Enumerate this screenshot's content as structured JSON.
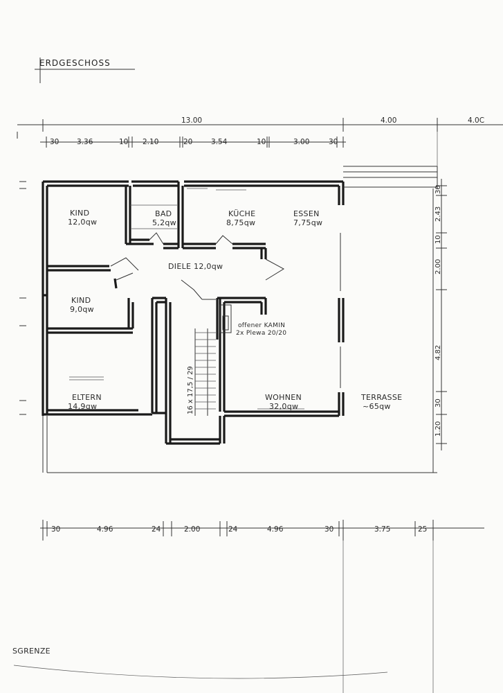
{
  "title": "ERDGESCHOSS",
  "footer_label": "SGRENZE",
  "dims_top_total": [
    "13.00",
    "4.00",
    "4.0C"
  ],
  "dims_top": [
    "30",
    "3.36",
    "10",
    "2.10",
    "20",
    "3.54",
    "10",
    "3.00",
    "30"
  ],
  "dims_bottom": [
    "30",
    "4.96",
    "24",
    "2.00",
    "24",
    "4.96",
    "30",
    "3.75",
    "25"
  ],
  "dims_right": [
    "30",
    "2.43",
    "10",
    "2.00",
    "4.82",
    "30",
    "1.20"
  ],
  "rooms": {
    "kind1": {
      "name": "KIND",
      "area": "12,0qw"
    },
    "bad": {
      "name": "BAD",
      "area": "5,2qw"
    },
    "kueche": {
      "name": "KÜCHE",
      "area": "8,75qw"
    },
    "essen": {
      "name": "ESSEN",
      "area": "7,75qw"
    },
    "diele": {
      "name": "DIELE 12,0qw"
    },
    "kind2": {
      "name": "KIND",
      "area": "9,0qw"
    },
    "eltern": {
      "name": "ELTERN",
      "area": "14,9qw"
    },
    "wohnen": {
      "name": "WOHNEN",
      "area": "32,0qw"
    },
    "terrasse": {
      "name": "TERRASSE",
      "area": "~65qw"
    }
  },
  "kamin": {
    "line1": "offener KAMIN",
    "line2": "2x Plewa 20/20"
  },
  "stair": "16 x 17,5 / 29"
}
